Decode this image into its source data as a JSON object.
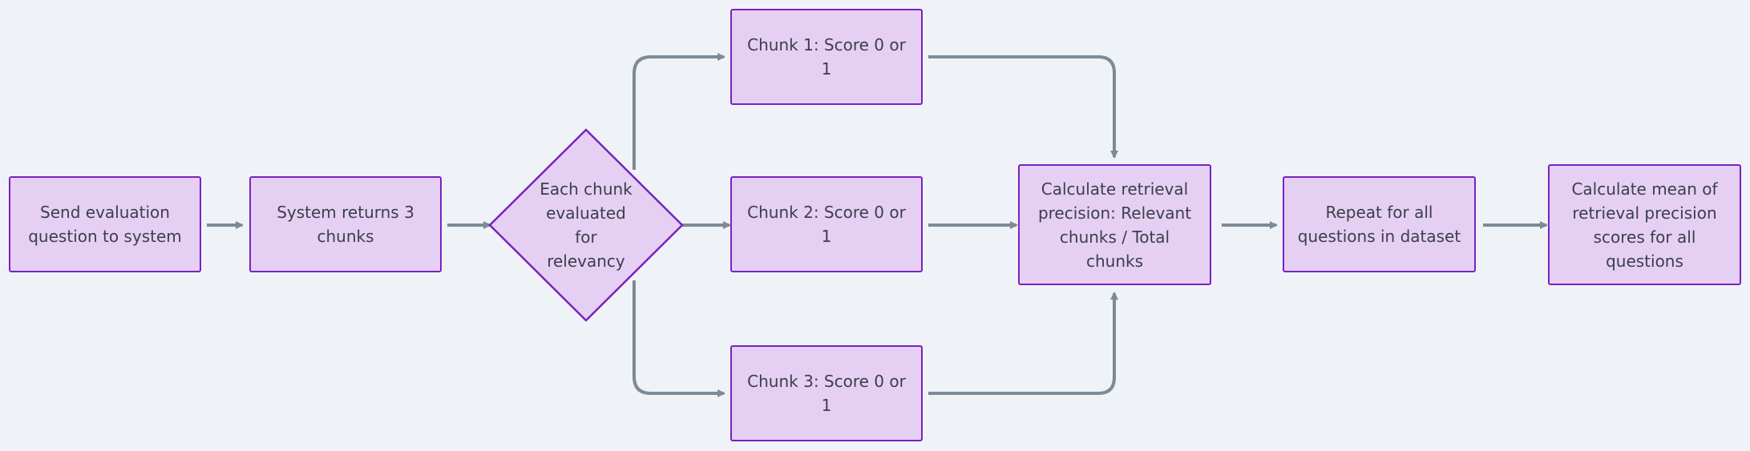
{
  "diagram": {
    "nodes": {
      "send": "Send evaluation question to system",
      "returns": "System returns 3 chunks",
      "evaluate": "Each chunk evaluated for relevancy",
      "chunk1": "Chunk 1: Score 0 or 1",
      "chunk2": "Chunk 2: Score 0 or 1",
      "chunk3": "Chunk 3: Score 0 or 1",
      "precision": "Calculate retrieval precision: Relevant chunks / Total chunks",
      "repeat": "Repeat for all questions in dataset",
      "mean": "Calculate mean of retrieval precision scores for all questions"
    },
    "colors": {
      "background": "#eff3f8",
      "node_fill": "#e5d0f3",
      "node_border": "#7a22c0",
      "edge": "#7d8a97",
      "text": "#3b3f4a"
    }
  }
}
